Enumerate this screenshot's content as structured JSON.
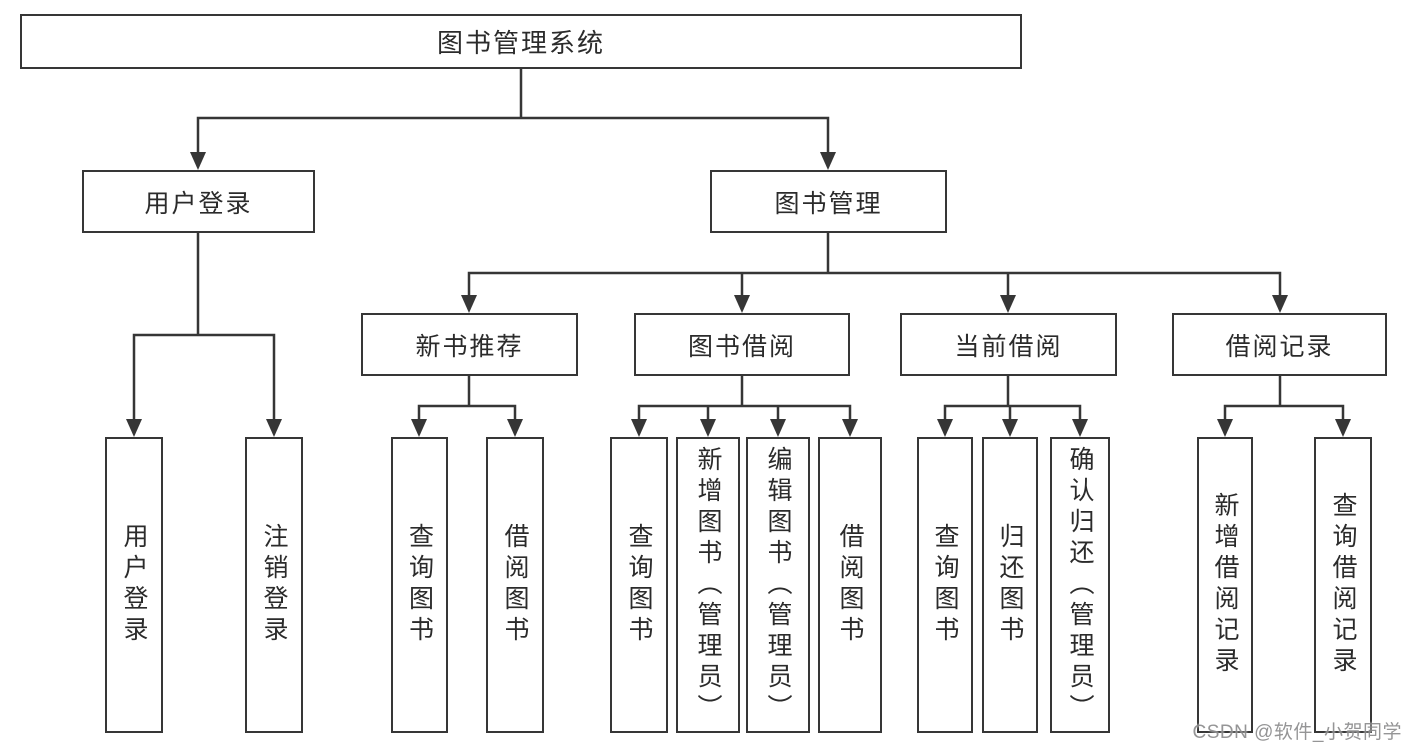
{
  "nodes": {
    "root": "图书管理系统",
    "login": {
      "label": "用户登录",
      "children": [
        "用户登录",
        "注销登录"
      ]
    },
    "management": {
      "label": "图书管理",
      "sections": [
        {
          "label": "新书推荐",
          "children": [
            "查询图书",
            "借阅图书"
          ]
        },
        {
          "label": "图书借阅",
          "children": [
            "查询图书",
            "新增图书（管理员）",
            "编辑图书（管理员）",
            "借阅图书"
          ]
        },
        {
          "label": "当前借阅",
          "children": [
            "查询图书",
            "归还图书",
            "确认归还（管理员）"
          ]
        },
        {
          "label": "借阅记录",
          "children": [
            "新增借阅记录",
            "查询借阅记录"
          ]
        }
      ]
    }
  },
  "watermark": "CSDN @软件_小贺同学",
  "colors": {
    "line": "#363636",
    "text": "#2b2b2b",
    "background": "#ffffff",
    "watermark": "#828284"
  }
}
